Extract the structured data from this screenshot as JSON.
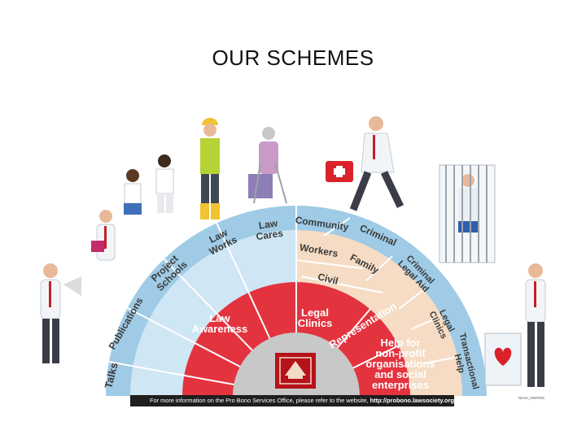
{
  "title": "OUR SCHEMES",
  "colors": {
    "blue_band": "#c9e3f2",
    "outer_band": "#9fcbe6",
    "beige_band": "#f6dcc4",
    "red_core": "#e3333f",
    "emblem_bg": "#c8c8c8",
    "footer_bg": "#1e1e1e"
  },
  "outer_segments": [
    "Talks",
    "Publications",
    "Project Schools",
    "Law Works",
    "Law Cares"
  ],
  "middle_segments": [
    {
      "label": "Community",
      "lines": [
        "Community"
      ]
    },
    {
      "label": "Criminal",
      "lines": [
        "Criminal"
      ]
    },
    {
      "label": "Workers",
      "lines": [
        "Workers"
      ]
    },
    {
      "label": "Family",
      "lines": [
        "Family"
      ]
    },
    {
      "label": "Civil",
      "lines": [
        "Civil"
      ]
    },
    {
      "label": "Criminal Legal Aid",
      "lines": [
        "Criminal",
        "Legal Aid"
      ]
    },
    {
      "label": "Legal Clinics",
      "lines": [
        "Legal",
        "Clinics"
      ]
    },
    {
      "label": "Transactional Help",
      "lines": [
        "Transactional",
        "Help"
      ]
    }
  ],
  "core_segments": [
    {
      "label": "Law Awareness",
      "lines": [
        "Law",
        "Awareness"
      ]
    },
    {
      "label": "Legal Clinics",
      "lines": [
        "Legal",
        "Clinics"
      ]
    },
    {
      "label": "Representation",
      "lines": [
        "Representation"
      ]
    },
    {
      "label": "Help for non-profit organisations and social enterprises",
      "lines": [
        "Help for",
        "non-profit",
        "organisations",
        "and social",
        "enterprises"
      ]
    }
  ],
  "footer": {
    "prefix": "For more information on the Pro Bono Services Office, please refer to the website,",
    "url": "http://probono.lawsociety.org.sg/"
  },
  "credit": "NICKI_NORRIS",
  "icons": {
    "megaphone_person": "megaphone-man-icon",
    "worker": "construction-worker-icon",
    "elderly": "elderly-woman-walker-icon",
    "runner": "runner-first-aid-icon",
    "prisoner": "prisoner-in-cell-icon",
    "donor": "donation-heart-icon",
    "emblem": "law-society-crest-icon"
  }
}
